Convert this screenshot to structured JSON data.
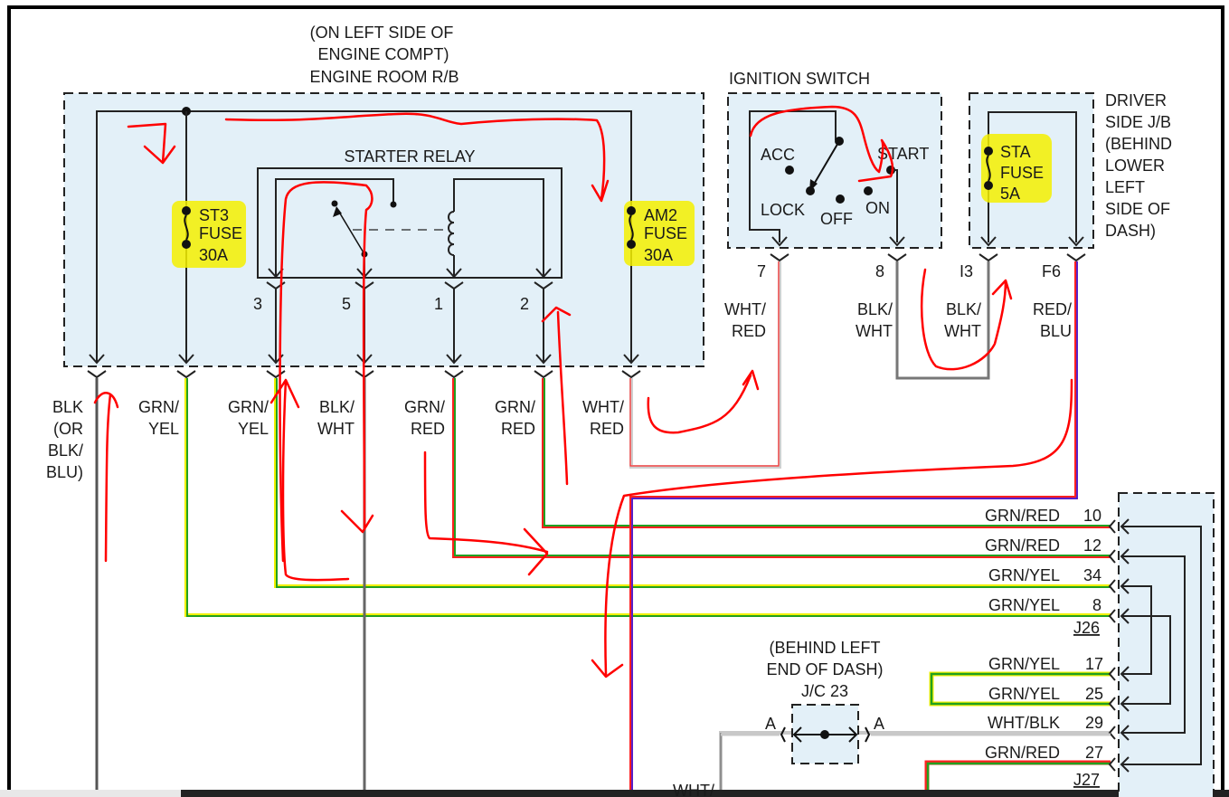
{
  "engine_room_rb": {
    "location": [
      "(ON LEFT SIDE OF",
      "ENGINE COMPT)",
      "ENGINE ROOM R/B"
    ],
    "relay_title": "STARTER RELAY",
    "relay_pins": [
      "3",
      "5",
      "1",
      "2"
    ],
    "st3_fuse": [
      "ST3",
      "FUSE",
      "30A"
    ],
    "am2_fuse": [
      "AM2",
      "FUSE",
      "30A"
    ]
  },
  "ignition_switch": {
    "title": "IGNITION SWITCH",
    "positions": [
      "ACC",
      "LOCK",
      "OFF",
      "ON",
      "START"
    ],
    "pins": [
      "7",
      "8"
    ]
  },
  "driver_jb": {
    "location": [
      "DRIVER",
      "SIDE J/B",
      "(BEHIND",
      "LOWER",
      "LEFT",
      "SIDE OF",
      "DASH)"
    ],
    "sta_fuse": [
      "STA",
      "FUSE",
      "5A"
    ],
    "pins": [
      "I3",
      "F6"
    ]
  },
  "wire_labels_bottom": [
    [
      "BLK",
      "(OR",
      "BLK/",
      "BLU)"
    ],
    [
      "GRN/",
      "YEL"
    ],
    [
      "GRN/",
      "YEL"
    ],
    [
      "BLK/",
      "WHT"
    ],
    [
      "GRN/",
      "RED"
    ],
    [
      "GRN/",
      "RED"
    ],
    [
      "WHT/",
      "RED"
    ]
  ],
  "wire_labels_top": [
    [
      "WHT/",
      "RED"
    ],
    [
      "BLK/",
      "WHT"
    ],
    [
      "BLK/",
      "WHT"
    ],
    [
      "RED/",
      "BLU"
    ]
  ],
  "connector_right": {
    "j26": {
      "name": "J26",
      "pins": [
        {
          "wire": "GRN/RED",
          "pin": "10"
        },
        {
          "wire": "GRN/RED",
          "pin": "12"
        },
        {
          "wire": "GRN/YEL",
          "pin": "34"
        },
        {
          "wire": "GRN/YEL",
          "pin": "8"
        }
      ]
    },
    "j27": {
      "name": "J27",
      "pins": [
        {
          "wire": "GRN/YEL",
          "pin": "17"
        },
        {
          "wire": "GRN/YEL",
          "pin": "25"
        },
        {
          "wire": "WHT/BLK",
          "pin": "29"
        },
        {
          "wire": "GRN/RED",
          "pin": "27"
        }
      ]
    }
  },
  "jc23": {
    "location": [
      "(BEHIND LEFT",
      "END OF DASH)"
    ],
    "name": "J/C 23",
    "pin_left": "A",
    "pin_right": "A"
  },
  "cut_label": "WHT/",
  "colors": {
    "box_fill": "#e3f0f8",
    "highlight": "#f4f000",
    "annotation": "#ff0000",
    "wire_green": "#22a020",
    "wire_yellow": "#f0f000",
    "wire_red": "#ff2020",
    "wire_blue": "#2020ff",
    "wire_gray": "#666666",
    "wire_white": "#c8c8c8"
  }
}
